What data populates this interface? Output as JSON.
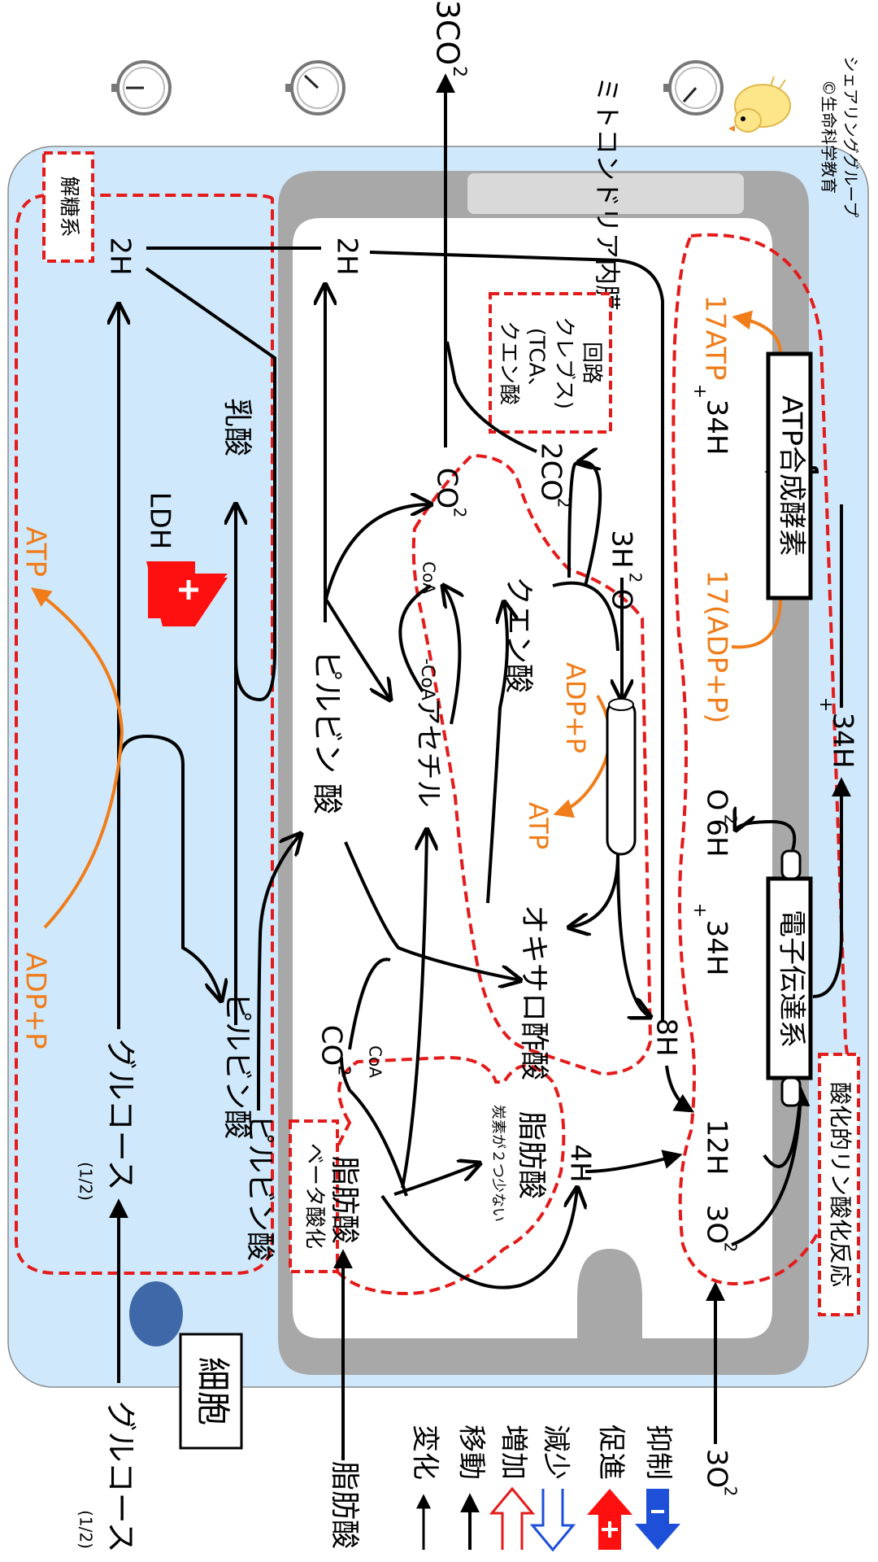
{
  "diagram": {
    "cell_label": "細胞",
    "credit": [
      "©生命科学教育",
      "シェアリンググループ"
    ],
    "regions": {
      "glycolysis": "解糖系",
      "beta_oxidation": "ベータ酸化",
      "citric_cycle": [
        "クエン酸",
        "(TCA、",
        "クレブス)",
        "回路"
      ],
      "oxphos": "酸化的リン酸化反応",
      "mito_membrane": "ミトコンドリア内膜"
    },
    "nodes": {
      "glucose_outside_prefix": "(1/2)",
      "glucose_outside": "グルコース",
      "glucose_inside_prefix": "(1/2)",
      "glucose_inside": "グルコース",
      "pyruvate_cyto_1": "ピルビン酸",
      "pyruvate_cyto_2": "ピルビン酸",
      "pyruvate_mito": "ピルビン 酸",
      "h2_glyco": "2H",
      "h2_mito": "2H",
      "lactate": "乳酸",
      "ldh": "LDH",
      "atp_glyco": "ATP",
      "adp_glyco": "ADP+P",
      "co2_top": "3CO",
      "co2_top_sub": "2",
      "fatty_outside": "脂肪酸",
      "fatty_inside": "脂肪酸",
      "fatty_short_note": "炭素が２つ少ない",
      "fatty_short": "脂肪酸",
      "coa_1": "CoA",
      "coa_2": "CoA",
      "co2_beta": "CO",
      "co2_beta_sub": "2",
      "co2_pyr": "CO",
      "co2_pyr_sub": "2",
      "co2_cycle": "2CO",
      "co2_cycle_sub": "2",
      "acetyl": "アセチル",
      "acetyl_coa": "-CoA",
      "citrate": "クエン酸",
      "oxaloacetate": "オキサロ酢酸",
      "h4": "4H",
      "h8": "8H",
      "h12": "12H",
      "h2o_3": "3H",
      "h2o_3_tail": "O",
      "h2o_3_sub": "2",
      "adp_cycle": "ADP+P",
      "atp_cycle": "ATP",
      "o2_inside": "3O",
      "o2_inside_sub": "2",
      "o2_outside": "3O",
      "o2_outside_sub": "2",
      "h2o_6": "6H",
      "h2o_6_tail": "O",
      "h2o_6_sub": "2",
      "etc": "電子伝達系",
      "hplus_1": "34H",
      "hplus_2": "34H",
      "hplus_3": "34H",
      "hplus_sup": "+",
      "adp_oxphos": "17(ADP+P)",
      "atp_oxphos": "17ATP",
      "atp_synthase": "ATP合成酵素"
    },
    "legend": [
      {
        "label": "変化",
        "kind": "thin-arrow"
      },
      {
        "label": "移動",
        "kind": "bold-arrow"
      },
      {
        "label": "増加",
        "kind": "red-outline-arrow"
      },
      {
        "label": "減少",
        "kind": "blue-outline-arrow"
      },
      {
        "label": "促進",
        "kind": "red-plus-arrow"
      },
      {
        "label": "抑制",
        "kind": "blue-minus-arrow"
      }
    ],
    "colors": {
      "cell_fill": "#cfe8fb",
      "membrane": "#a9a9a9",
      "region_border": "#e31b1b",
      "energy": "#f07d1a",
      "promote": "#ff1010",
      "inhibit": "#1e4fd8",
      "ink": "#000000"
    },
    "icons": [
      "clock-icon",
      "clock-icon",
      "clock-icon",
      "chick-icon",
      "nucleus-icon"
    ]
  }
}
